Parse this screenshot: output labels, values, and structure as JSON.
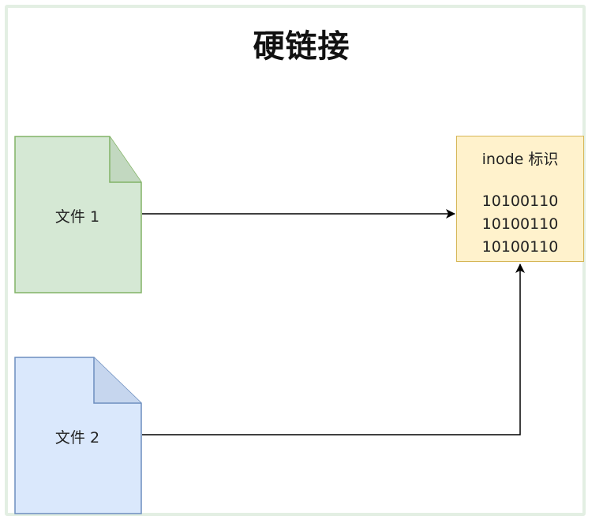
{
  "diagram": {
    "title": "硬链接",
    "files": [
      {
        "label": "文件 1",
        "fill": "#d5e8d4",
        "stroke": "#82b366"
      },
      {
        "label": "文件 2",
        "fill": "#dae8fc",
        "stroke": "#6c8ebf"
      }
    ],
    "inode": {
      "title": "inode 标识",
      "lines": [
        "10100110",
        "10100110",
        "10100110"
      ],
      "fill": "#fff2cc",
      "stroke": "#d6b656"
    }
  }
}
